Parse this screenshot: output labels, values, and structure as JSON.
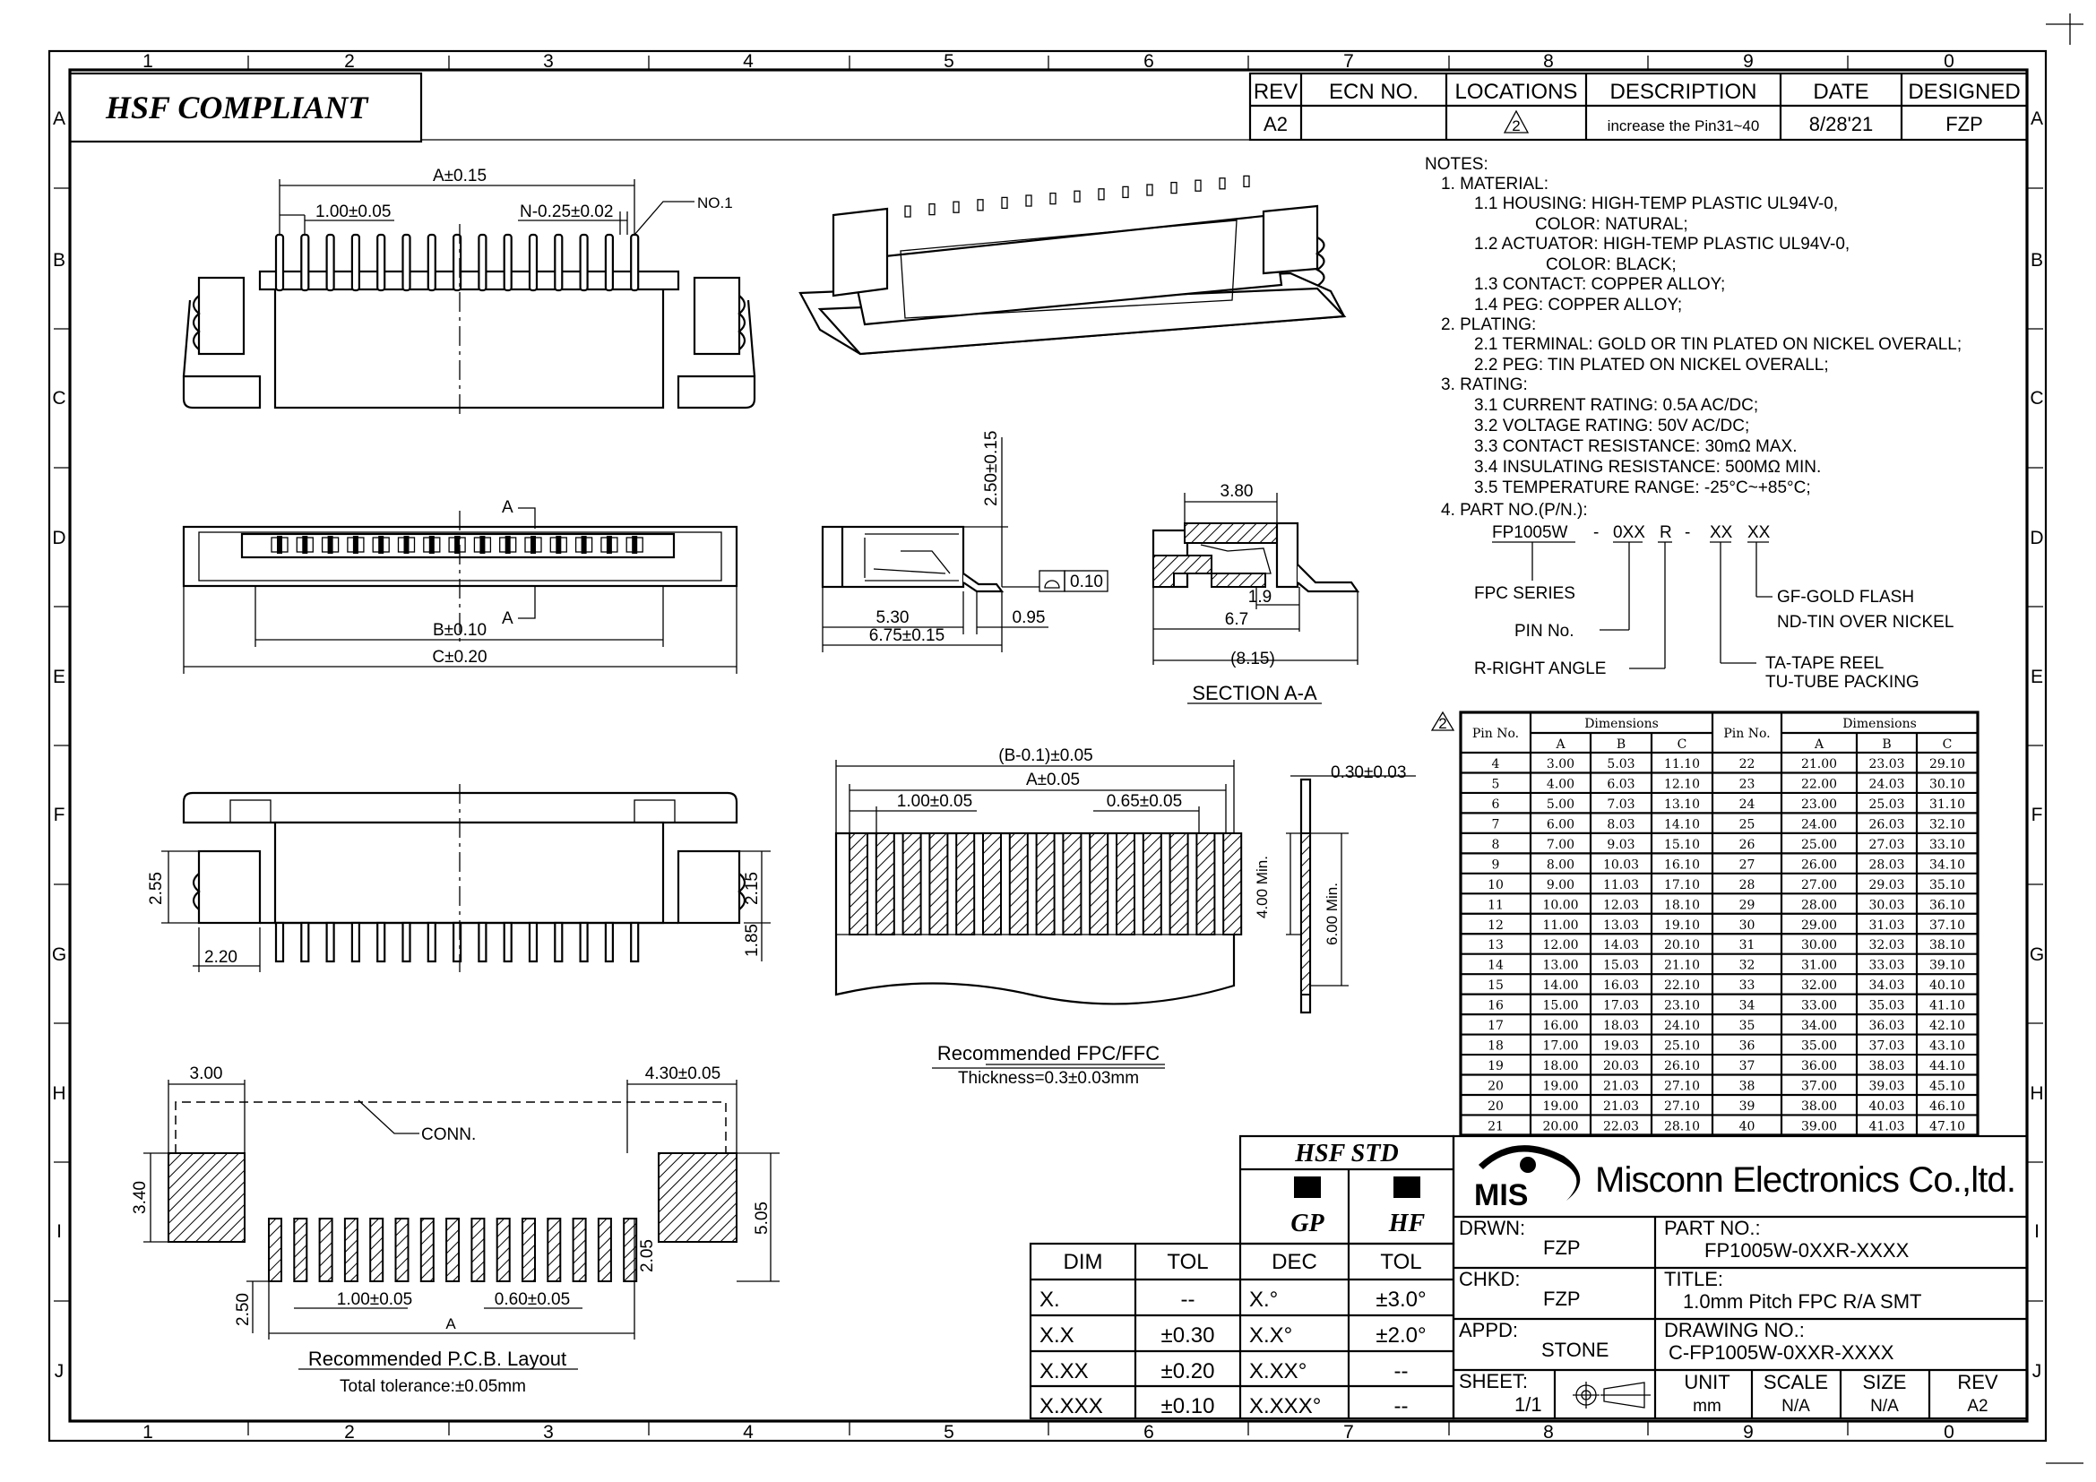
{
  "header": {
    "compliance_label": "HSF COMPLIANT"
  },
  "frame": {
    "columns": [
      "1",
      "2",
      "3",
      "4",
      "5",
      "6",
      "7",
      "8",
      "9",
      "0"
    ],
    "rows": [
      "A",
      "B",
      "C",
      "D",
      "E",
      "F",
      "G",
      "H",
      "I",
      "J"
    ]
  },
  "revision_table": {
    "headers": [
      "REV",
      "ECN NO.",
      "LOCATIONS",
      "DESCRIPTION",
      "DATE",
      "DESIGNED"
    ],
    "rows": [
      [
        "A2",
        "",
        "2",
        "increase the Pin31~40",
        "8/28'21",
        "FZP"
      ]
    ]
  },
  "notes": {
    "lines": [
      "NOTES:",
      "1. MATERIAL:",
      "1.1 HOUSING: HIGH-TEMP PLASTIC UL94V-0,",
      "COLOR: NATURAL;",
      "1.2 ACTUATOR: HIGH-TEMP PLASTIC UL94V-0,",
      "COLOR: BLACK;",
      "1.3 CONTACT: COPPER ALLOY;",
      "1.4 PEG: COPPER ALLOY;",
      "2. PLATING:",
      "2.1 TERMINAL: GOLD OR TIN PLATED ON NICKEL OVERALL;",
      "2.2 PEG: TIN PLATED ON NICKEL OVERALL;",
      "3. RATING:",
      "3.1 CURRENT RATING: 0.5A AC/DC;",
      "3.2 VOLTAGE RATING: 50V AC/DC;",
      "3.3 CONTACT RESISTANCE: 30mΩ MAX.",
      "3.4 INSULATING RESISTANCE: 500MΩ MIN.",
      "3.5 TEMPERATURE RANGE: -25°C~+85°C;",
      "4. PART NO.(P/N.):"
    ]
  },
  "part_number": {
    "segments": [
      "FP1005W",
      "-",
      "0XX",
      "R",
      "-",
      "XX",
      "XX"
    ],
    "series": "FPC SERIES",
    "pin_no": "PIN No.",
    "right_angle": "R-RIGHT ANGLE",
    "plating_1": "GF-GOLD FLASH",
    "plating_2": "ND-TIN OVER NICKEL",
    "packing_1": "TA-TAPE REEL",
    "packing_2": "TU-TUBE PACKING"
  },
  "views": {
    "front": {
      "dim_a": "A±0.15",
      "pitch": "1.00±0.05",
      "width": "N-0.25±0.02",
      "pin1": "NO.1"
    },
    "plan": {
      "section_a_top": "A",
      "section_a_bottom": "A",
      "dim_b": "B±0.10",
      "dim_c": "C±0.20"
    },
    "side": {
      "height": "2.50±0.15",
      "flatness": "0.10",
      "dim1": "5.30",
      "dim2": "0.95",
      "dim3": "6.75±0.15"
    },
    "section": {
      "dim1": "3.80",
      "dim2": "1.9",
      "dim3": "6.7",
      "dim4": "(8.15)",
      "title": "SECTION A-A"
    },
    "rear": {
      "dim1": "2.55",
      "dim2": "2.20",
      "dim3": "2.15",
      "dim4": "1.85"
    },
    "fpc": {
      "dim1": "(B-0.1)±0.05",
      "dim2": "A±0.05",
      "dim3": "1.00±0.05",
      "dim4": "0.65±0.05",
      "dim5": "0.30±0.03",
      "dim6": "4.00 Min.",
      "dim7": "6.00 Min.",
      "title": "Recommended FPC/FFC",
      "subtitle": "Thickness=0.3±0.03mm"
    },
    "pcb": {
      "dim1": "3.00",
      "dim2": "4.30±0.05",
      "conn": "CONN.",
      "dim3": "3.40",
      "dim4": "5.05",
      "dim5": "2.05",
      "dim6": "2.50",
      "dim7": "1.00±0.05",
      "dim8": "0.60±0.05",
      "dim9": "A",
      "title": "Recommended P.C.B. Layout",
      "subtitle": "Total tolerance:±0.05mm"
    }
  },
  "pin_table": {
    "rev_marker": "2",
    "pin_header": "Pin No.",
    "dim_header": "Dimensions",
    "cols": [
      "A",
      "B",
      "C"
    ],
    "left": [
      [
        "4",
        "3.00",
        "5.03",
        "11.10"
      ],
      [
        "5",
        "4.00",
        "6.03",
        "12.10"
      ],
      [
        "6",
        "5.00",
        "7.03",
        "13.10"
      ],
      [
        "7",
        "6.00",
        "8.03",
        "14.10"
      ],
      [
        "8",
        "7.00",
        "9.03",
        "15.10"
      ],
      [
        "9",
        "8.00",
        "10.03",
        "16.10"
      ],
      [
        "10",
        "9.00",
        "11.03",
        "17.10"
      ],
      [
        "11",
        "10.00",
        "12.03",
        "18.10"
      ],
      [
        "12",
        "11.00",
        "13.03",
        "19.10"
      ],
      [
        "13",
        "12.00",
        "14.03",
        "20.10"
      ],
      [
        "14",
        "13.00",
        "15.03",
        "21.10"
      ],
      [
        "15",
        "14.00",
        "16.03",
        "22.10"
      ],
      [
        "16",
        "15.00",
        "17.03",
        "23.10"
      ],
      [
        "17",
        "16.00",
        "18.03",
        "24.10"
      ],
      [
        "18",
        "17.00",
        "19.03",
        "25.10"
      ],
      [
        "19",
        "18.00",
        "20.03",
        "26.10"
      ],
      [
        "20",
        "19.00",
        "21.03",
        "27.10"
      ],
      [
        "20",
        "19.00",
        "21.03",
        "27.10"
      ],
      [
        "21",
        "20.00",
        "22.03",
        "28.10"
      ]
    ],
    "right": [
      [
        "22",
        "21.00",
        "23.03",
        "29.10"
      ],
      [
        "23",
        "22.00",
        "24.03",
        "30.10"
      ],
      [
        "24",
        "23.00",
        "25.03",
        "31.10"
      ],
      [
        "25",
        "24.00",
        "26.03",
        "32.10"
      ],
      [
        "26",
        "25.00",
        "27.03",
        "33.10"
      ],
      [
        "27",
        "26.00",
        "28.03",
        "34.10"
      ],
      [
        "28",
        "27.00",
        "29.03",
        "35.10"
      ],
      [
        "29",
        "28.00",
        "30.03",
        "36.10"
      ],
      [
        "30",
        "29.00",
        "31.03",
        "37.10"
      ],
      [
        "31",
        "30.00",
        "32.03",
        "38.10"
      ],
      [
        "32",
        "31.00",
        "33.03",
        "39.10"
      ],
      [
        "33",
        "32.00",
        "34.03",
        "40.10"
      ],
      [
        "34",
        "33.00",
        "35.03",
        "41.10"
      ],
      [
        "35",
        "34.00",
        "36.03",
        "42.10"
      ],
      [
        "36",
        "35.00",
        "37.03",
        "43.10"
      ],
      [
        "37",
        "36.00",
        "38.03",
        "44.10"
      ],
      [
        "38",
        "37.00",
        "39.03",
        "45.10"
      ],
      [
        "39",
        "38.00",
        "40.03",
        "46.10"
      ],
      [
        "40",
        "39.00",
        "41.03",
        "47.10"
      ]
    ]
  },
  "hsf_std": {
    "title": "HSF STD",
    "gp": "GP",
    "hf": "HF"
  },
  "tolerance": {
    "headers": [
      "DIM",
      "TOL",
      "DEC",
      "TOL"
    ],
    "rows": [
      [
        "X.",
        "--",
        "X.°",
        "±3.0°"
      ],
      [
        "X.X",
        "±0.30",
        "X.X°",
        "±2.0°"
      ],
      [
        "X.XX",
        "±0.20",
        "X.XX°",
        "--"
      ],
      [
        "X.XXX",
        "±0.10",
        "X.XXX°",
        "--"
      ]
    ]
  },
  "title_block": {
    "logo_text": "MIS",
    "company": "Misconn Electronics Co.,ltd.",
    "drwn_label": "DRWN:",
    "drwn": "FZP",
    "chkd_label": "CHKD:",
    "chkd": "FZP",
    "appd_label": "APPD:",
    "appd": "STONE",
    "part_no_label": "PART NO.:",
    "part_no": "FP1005W-0XXR-XXXX",
    "title_label": "TITLE:",
    "title": "1.0mm Pitch FPC R/A SMT",
    "drawing_no_label": "DRAWING NO.:",
    "drawing_no": "C-FP1005W-0XXR-XXXX",
    "sheet_label": "SHEET:",
    "sheet": "1/1",
    "unit_label": "UNIT",
    "unit": "mm",
    "scale_label": "SCALE",
    "scale": "N/A",
    "size_label": "SIZE",
    "size": "N/A",
    "rev_label": "REV",
    "rev": "A2"
  }
}
